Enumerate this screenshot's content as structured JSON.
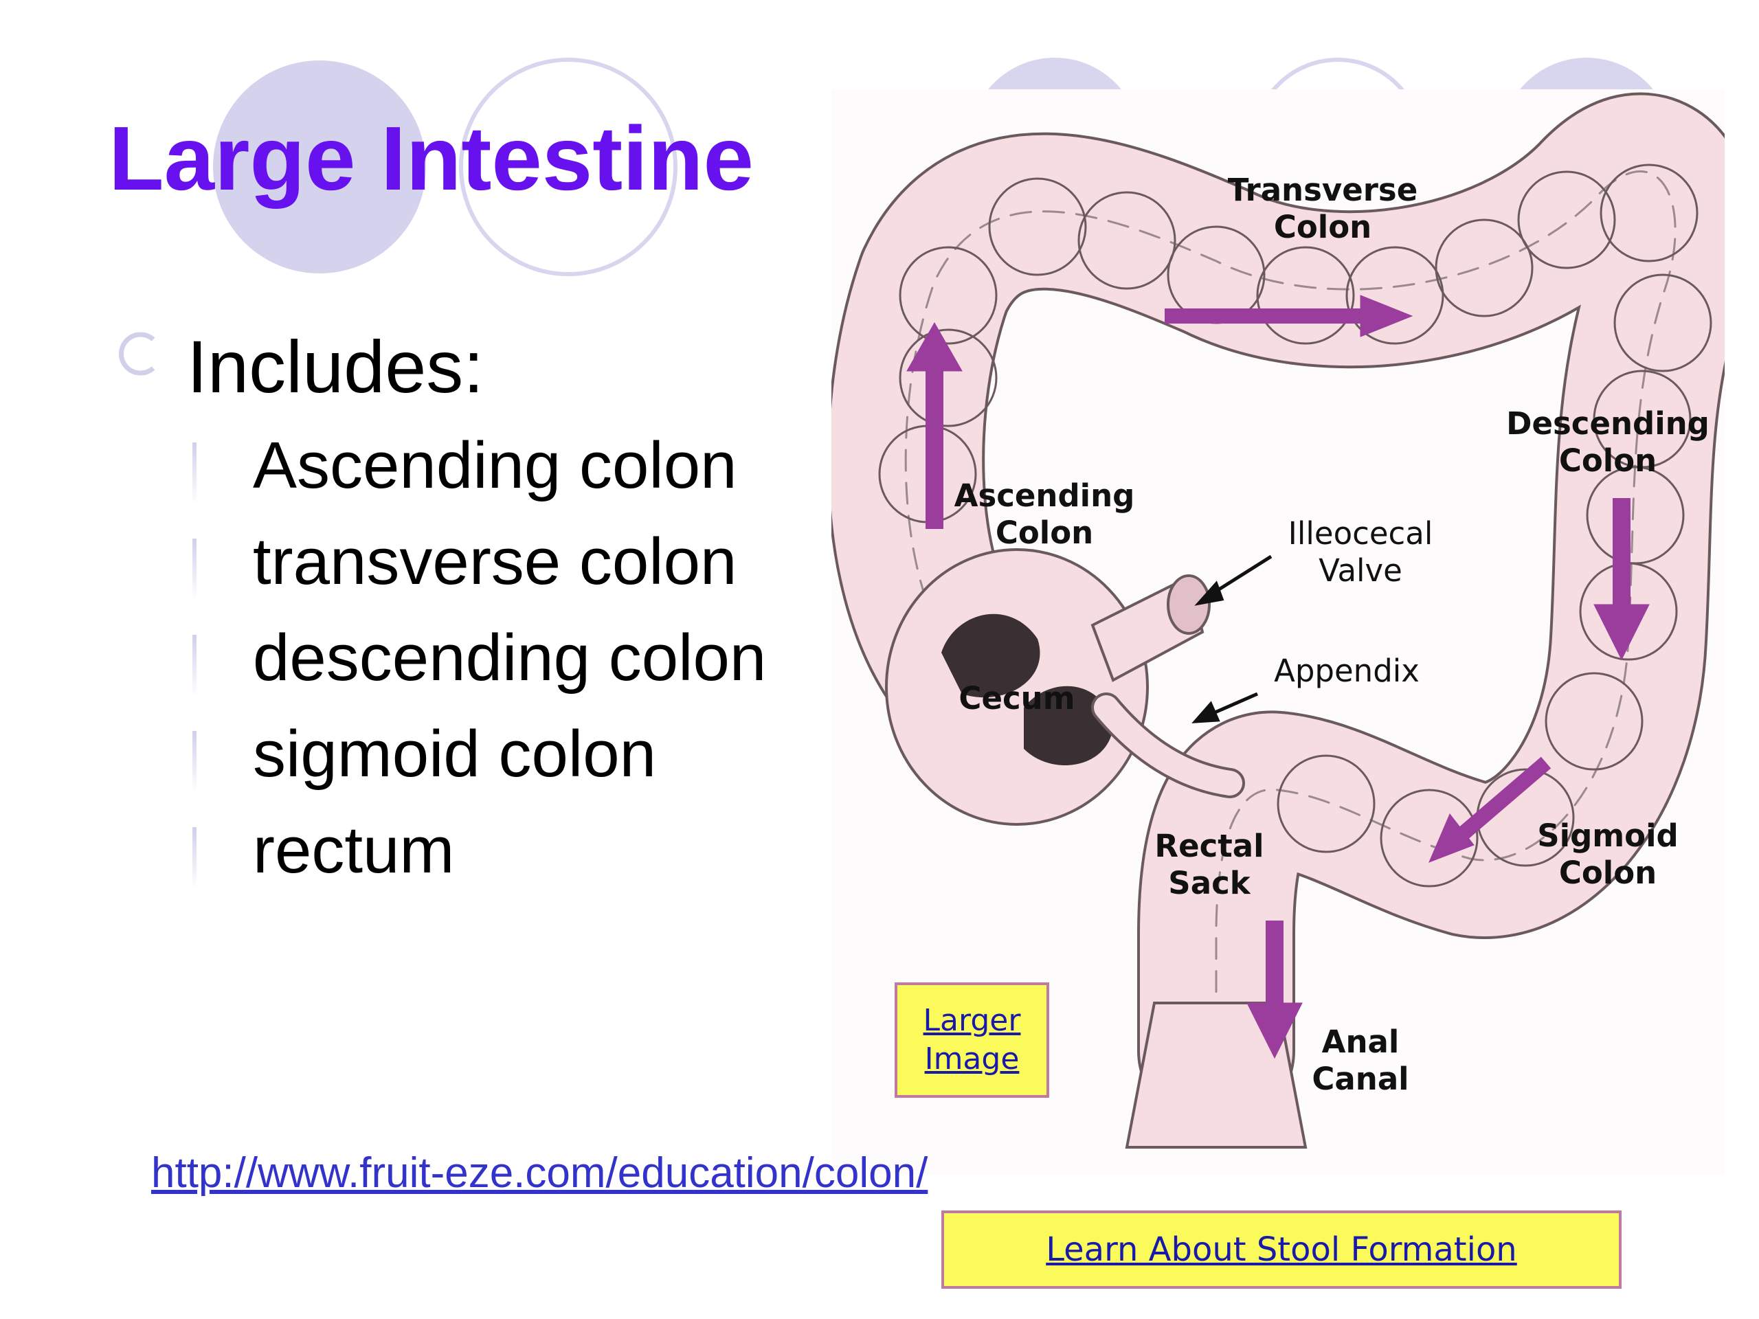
{
  "slide": {
    "title": "Large Intestine",
    "bullet": "Includes:",
    "sub_items": [
      {
        "label": "Ascending colon"
      },
      {
        "label": "transverse colon"
      },
      {
        "label": "descending colon"
      },
      {
        "label": "sigmoid colon"
      },
      {
        "label": "rectum"
      }
    ],
    "source_url": "http://www.fruit-eze.com/education/colon/"
  },
  "diagram": {
    "labels": {
      "transverse_1": "Transverse",
      "transverse_2": "Colon",
      "descending_1": "Descending",
      "descending_2": "Colon",
      "ascending_1": "Ascending",
      "ascending_2": "Colon",
      "illeocecal_1": "Illeocecal",
      "illeocecal_2": "Valve",
      "appendix": "Appendix",
      "cecum": "Cecum",
      "rectal_1": "Rectal",
      "rectal_2": "Sack",
      "sigmoid_1": "Sigmoid",
      "sigmoid_2": "Colon",
      "anal_1": "Anal",
      "anal_2": "Canal"
    },
    "larger_image_1": "Larger",
    "larger_image_2": "Image",
    "stool_link": "Learn About Stool Formation"
  },
  "colors": {
    "title": "#6611ee",
    "decor_circle": "#d4d2ec",
    "colon_fill": "#f6dde2",
    "colon_stroke": "#6a5a5e",
    "flow_arrow": "#9b3d9c",
    "link_box": "#fafa5a",
    "link_text": "#1a1aaa",
    "source_link": "#3333cc"
  },
  "icons": {
    "bullet": "hollow-circle-bullet-icon",
    "sub_bullet": "bar-bullet-icon"
  }
}
